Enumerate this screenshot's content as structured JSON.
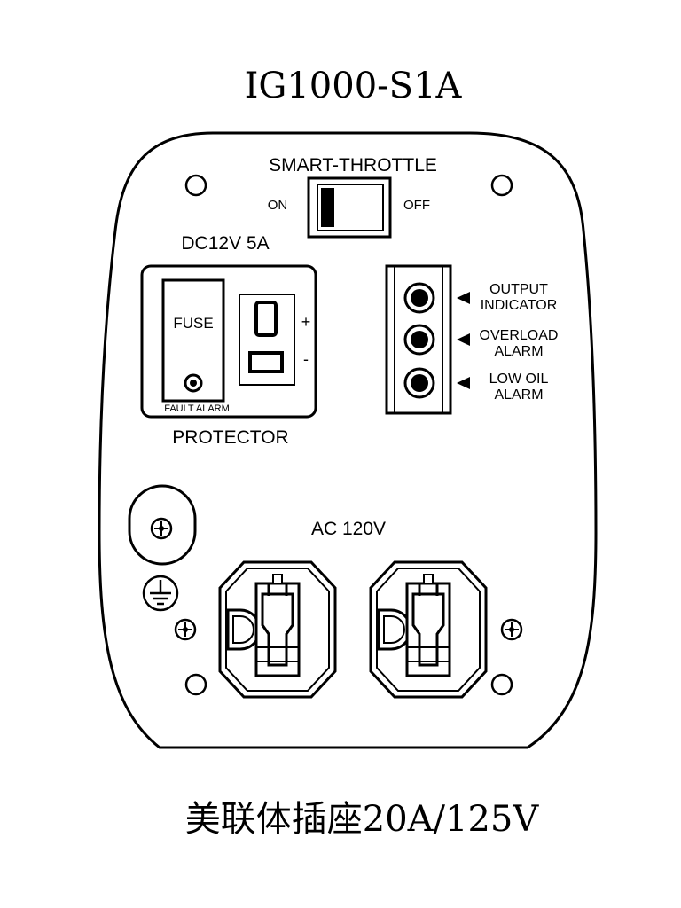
{
  "title": "IG1000-S1A",
  "switch": {
    "label": "SMART-THROTTLE",
    "on_label": "ON",
    "off_label": "OFF"
  },
  "dc": {
    "label": "DC12V 5A",
    "fuse_label": "FUSE",
    "fault_label": "FAULT  ALARM",
    "plus": "+",
    "minus": "-",
    "protector_label": "PROTECTOR"
  },
  "indicators": [
    {
      "line1": "OUTPUT",
      "line2": "INDICATOR"
    },
    {
      "line1": "OVERLOAD",
      "line2": "ALARM"
    },
    {
      "line1": "LOW  OIL",
      "line2": "ALARM"
    }
  ],
  "ac": {
    "label": "AC 120V"
  },
  "caption": "美联体插座20A/125V"
}
